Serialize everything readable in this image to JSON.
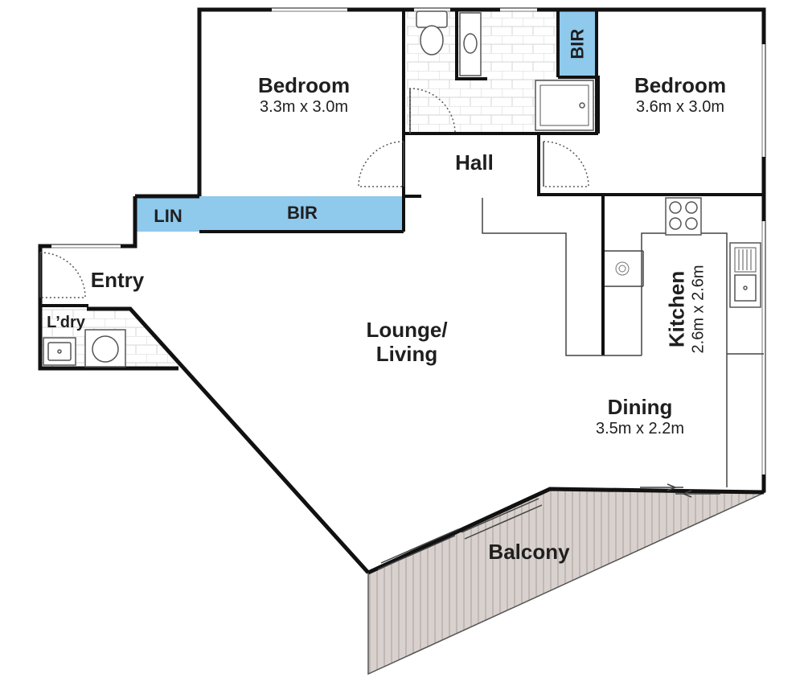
{
  "floor_plan": {
    "rooms": {
      "bedroom_1": {
        "name": "Bedroom",
        "dimensions": "3.3m x 3.0m"
      },
      "bedroom_2": {
        "name": "Bedroom",
        "dimensions": "3.6m x 3.0m"
      },
      "hall": {
        "name": "Hall"
      },
      "entry": {
        "name": "Entry"
      },
      "laundry": {
        "name": "L’dry"
      },
      "lounge": {
        "name_line1": "Lounge/",
        "name_line2": "Living"
      },
      "kitchen": {
        "name": "Kitchen",
        "dimensions": "2.6m x 2.6m"
      },
      "dining": {
        "name": "Dining",
        "dimensions": "3.5m x 2.2m"
      },
      "balcony": {
        "name": "Balcony"
      }
    },
    "storage": {
      "bir_main": "BIR",
      "bir_bath": "BIR",
      "linen": "LIN"
    },
    "colors": {
      "wall": "#111111",
      "storage_fill": "#8fc9ec",
      "balcony_fill": "#d8d1ce",
      "tile_line": "#d4d4d4",
      "fixture": "#555555"
    }
  }
}
